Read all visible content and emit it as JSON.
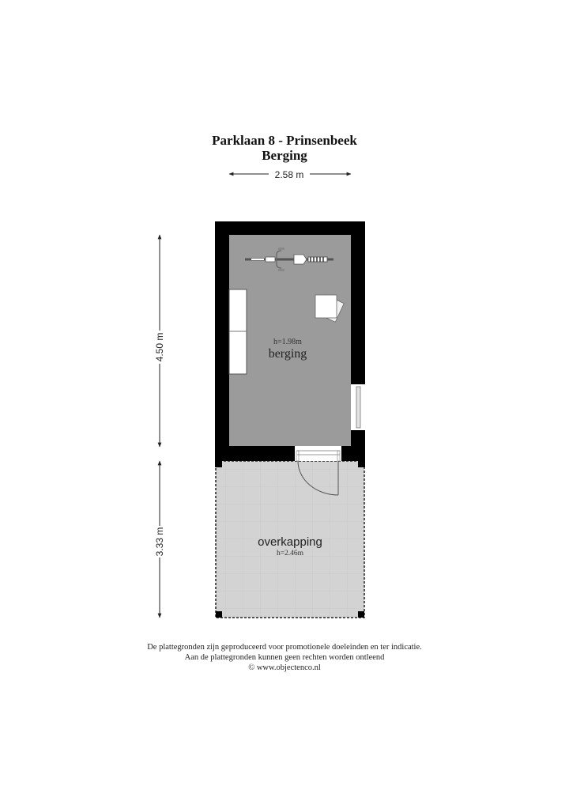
{
  "header": {
    "title": "Parklaan 8 - Prinsenbeek",
    "subtitle": "Berging"
  },
  "dimensions": {
    "width": "2.58 m",
    "berging_depth": "4.50 m",
    "overkapping_depth": "3.33 m"
  },
  "rooms": [
    {
      "name": "berging",
      "height": "h=1.98m"
    },
    {
      "name": "overkapping",
      "height": "h=2.46m"
    }
  ],
  "furniture": [
    "bicycle",
    "shelf",
    "boxes"
  ],
  "footer": {
    "line1": "De plattegronden zijn geproduceerd voor promotionele doeleinden en ter indicatie.",
    "line2": "Aan de plattegronden kunnen geen rechten worden ontleend",
    "line3": "© www.objectenco.nl"
  },
  "colors": {
    "wall": "#000000",
    "berging_floor": "#9a9a9a",
    "overkapping_floor": "#d4d4d4"
  }
}
